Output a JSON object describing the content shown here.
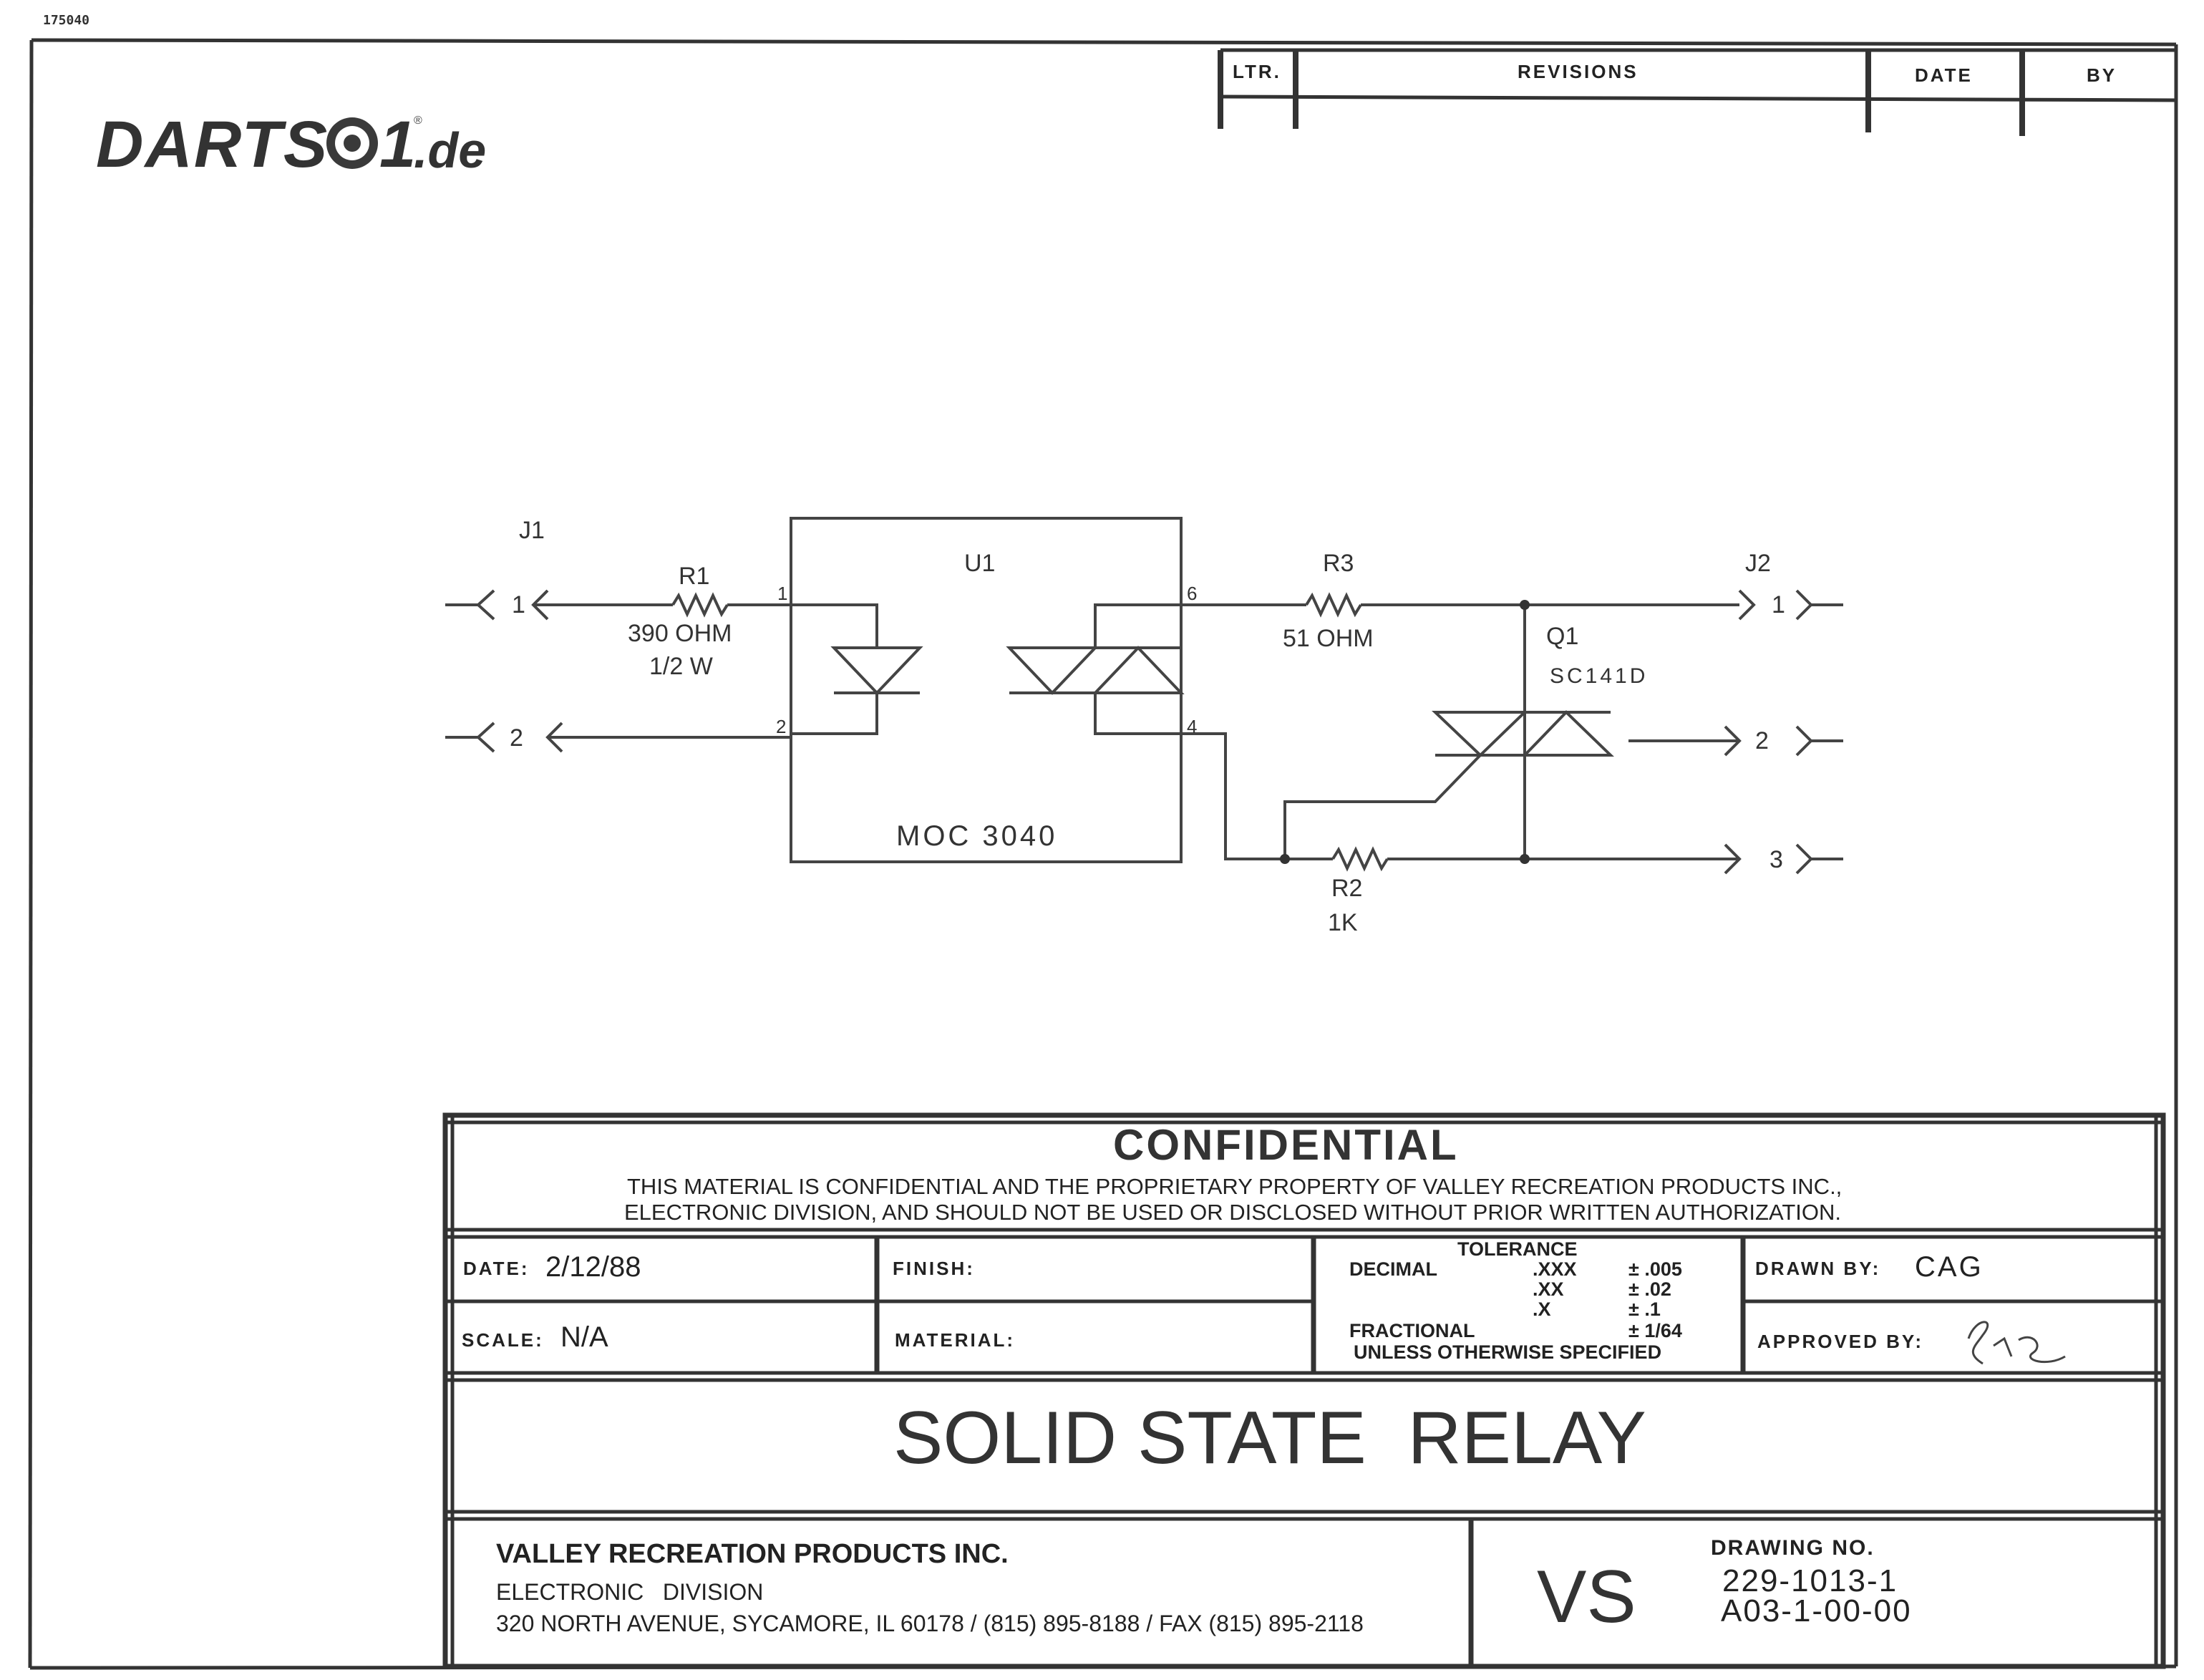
{
  "corner_code": "175040",
  "logo": {
    "text_left": "DARTS",
    "text_one": "1",
    "text_de": ".de",
    "registered": "®"
  },
  "revisions_header": {
    "ltr": "LTR.",
    "revisions": "REVISIONS",
    "date": "DATE",
    "by": "BY"
  },
  "schematic": {
    "j1": {
      "label": "J1",
      "pin1": "1",
      "pin2": "2"
    },
    "r1": {
      "name": "R1",
      "value": "390 OHM",
      "power": "1/2  W"
    },
    "u1": {
      "name": "U1",
      "part": "MOC 3040",
      "pin1": "1",
      "pin2": "2",
      "pin6": "6",
      "pin4": "4"
    },
    "r3": {
      "name": "R3",
      "value": "51 OHM"
    },
    "q1": {
      "name": "Q1",
      "part": "SC141D"
    },
    "r2": {
      "name": "R2",
      "value": "1K"
    },
    "j2": {
      "label": "J2",
      "pin1": "1",
      "pin2": "2",
      "pin3": "3"
    }
  },
  "title_block": {
    "confidential_title": "CONFIDENTIAL",
    "confidential_line1": "THIS MATERIAL IS CONFIDENTIAL AND THE PROPRIETARY PROPERTY OF VALLEY RECREATION PRODUCTS INC.,",
    "confidential_line2": "ELECTRONIC   DIVISION, AND SHOULD NOT BE USED OR DISCLOSED WITHOUT PRIOR WRITTEN AUTHORIZATION.",
    "date_label": "DATE:",
    "date_value": "2/12/88",
    "finish_label": "FINISH:",
    "scale_label": "SCALE:",
    "scale_value": "N/A",
    "material_label": "MATERIAL:",
    "tolerance": {
      "title": "TOLERANCE",
      "decimal_label": "DECIMAL",
      "d3": ".XXX",
      "d3_tol": "± .005",
      "d2": ".XX",
      "d2_tol": "± .02",
      "d1": ".X",
      "d1_tol": "± .1",
      "fractional_label": "FRACTIONAL",
      "fractional_tol": "± 1/64",
      "footer": "UNLESS OTHERWISE SPECIFIED"
    },
    "drawn_by_label": "DRAWN BY:",
    "drawn_by_value": "CAG",
    "approved_by_label": "APPROVED BY:",
    "title": "SOLID STATE  RELAY",
    "company": "VALLEY RECREATION PRODUCTS INC.",
    "division": "ELECTRONIC   DIVISION",
    "address": "320 NORTH AVENUE, SYCAMORE, IL 60178 / (815) 895-8188 / FAX (815) 895-2118",
    "vs": "VS",
    "drawing_no_label": "DRAWING NO.",
    "drawing_no_1": "229-1013-1",
    "drawing_no_2": "A03-1-00-00"
  }
}
